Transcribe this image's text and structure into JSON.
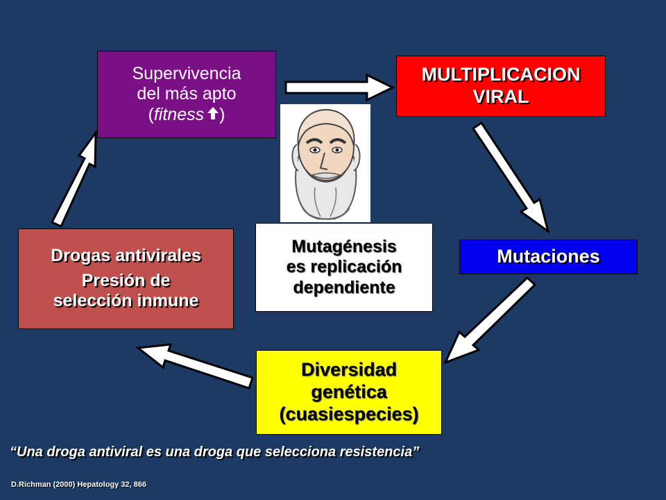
{
  "boxes": {
    "survival": {
      "line1": "Supervivencia",
      "line2": "del más apto",
      "line3_open": "(",
      "line3_italic": "fitness",
      "line3_close": ")",
      "arrow_icon": "up-arrow-icon"
    },
    "multiplication": {
      "line1": "MULTIPLICACION",
      "line2": "VIRAL"
    },
    "mutations": {
      "label": "Mutaciones"
    },
    "diversity": {
      "line1": "Diversidad",
      "line2": "genética",
      "line3": "(cuasiespecies)"
    },
    "drugs": {
      "line1": "Drogas antivirales",
      "line2": "Presión de",
      "line3": "selección inmune"
    },
    "mutagenesis": {
      "line1": "Mutagénesis",
      "line2": "es replicación",
      "line3": "dependiente"
    }
  },
  "portrait": {
    "icon": "darwin-portrait-icon"
  },
  "quote": {
    "open": "“",
    "text": "Una droga antiviral es una droga que selecciona resistencia",
    "close": "”"
  },
  "citation": "D.Richman (2000) Hepatology 32, 866",
  "colors": {
    "background": "#1c3a63",
    "survival": "#7b0f86",
    "multiplication": "#ff0000",
    "mutations": "#0000ee",
    "diversity": "#ffff00",
    "drugs": "#c0504d",
    "mutagenesis": "#ffffff"
  }
}
